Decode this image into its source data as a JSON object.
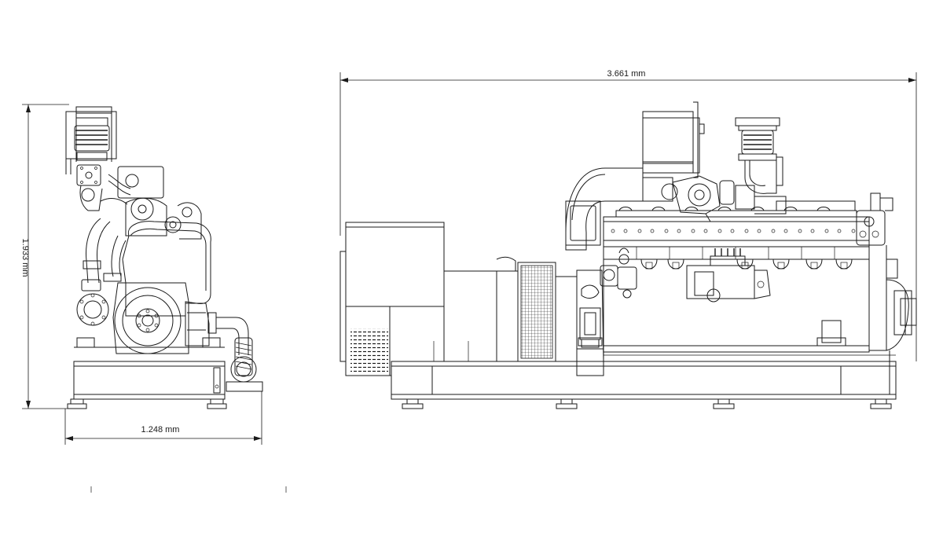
{
  "dimensions": {
    "overall_length": "3.661 mm",
    "end_width": "1.248 mm",
    "height": "1.933 mm"
  },
  "views": {
    "end_view": "end-view",
    "side_view": "side-view"
  },
  "colors": {
    "line": "#1a1a1a",
    "background": "#ffffff"
  }
}
